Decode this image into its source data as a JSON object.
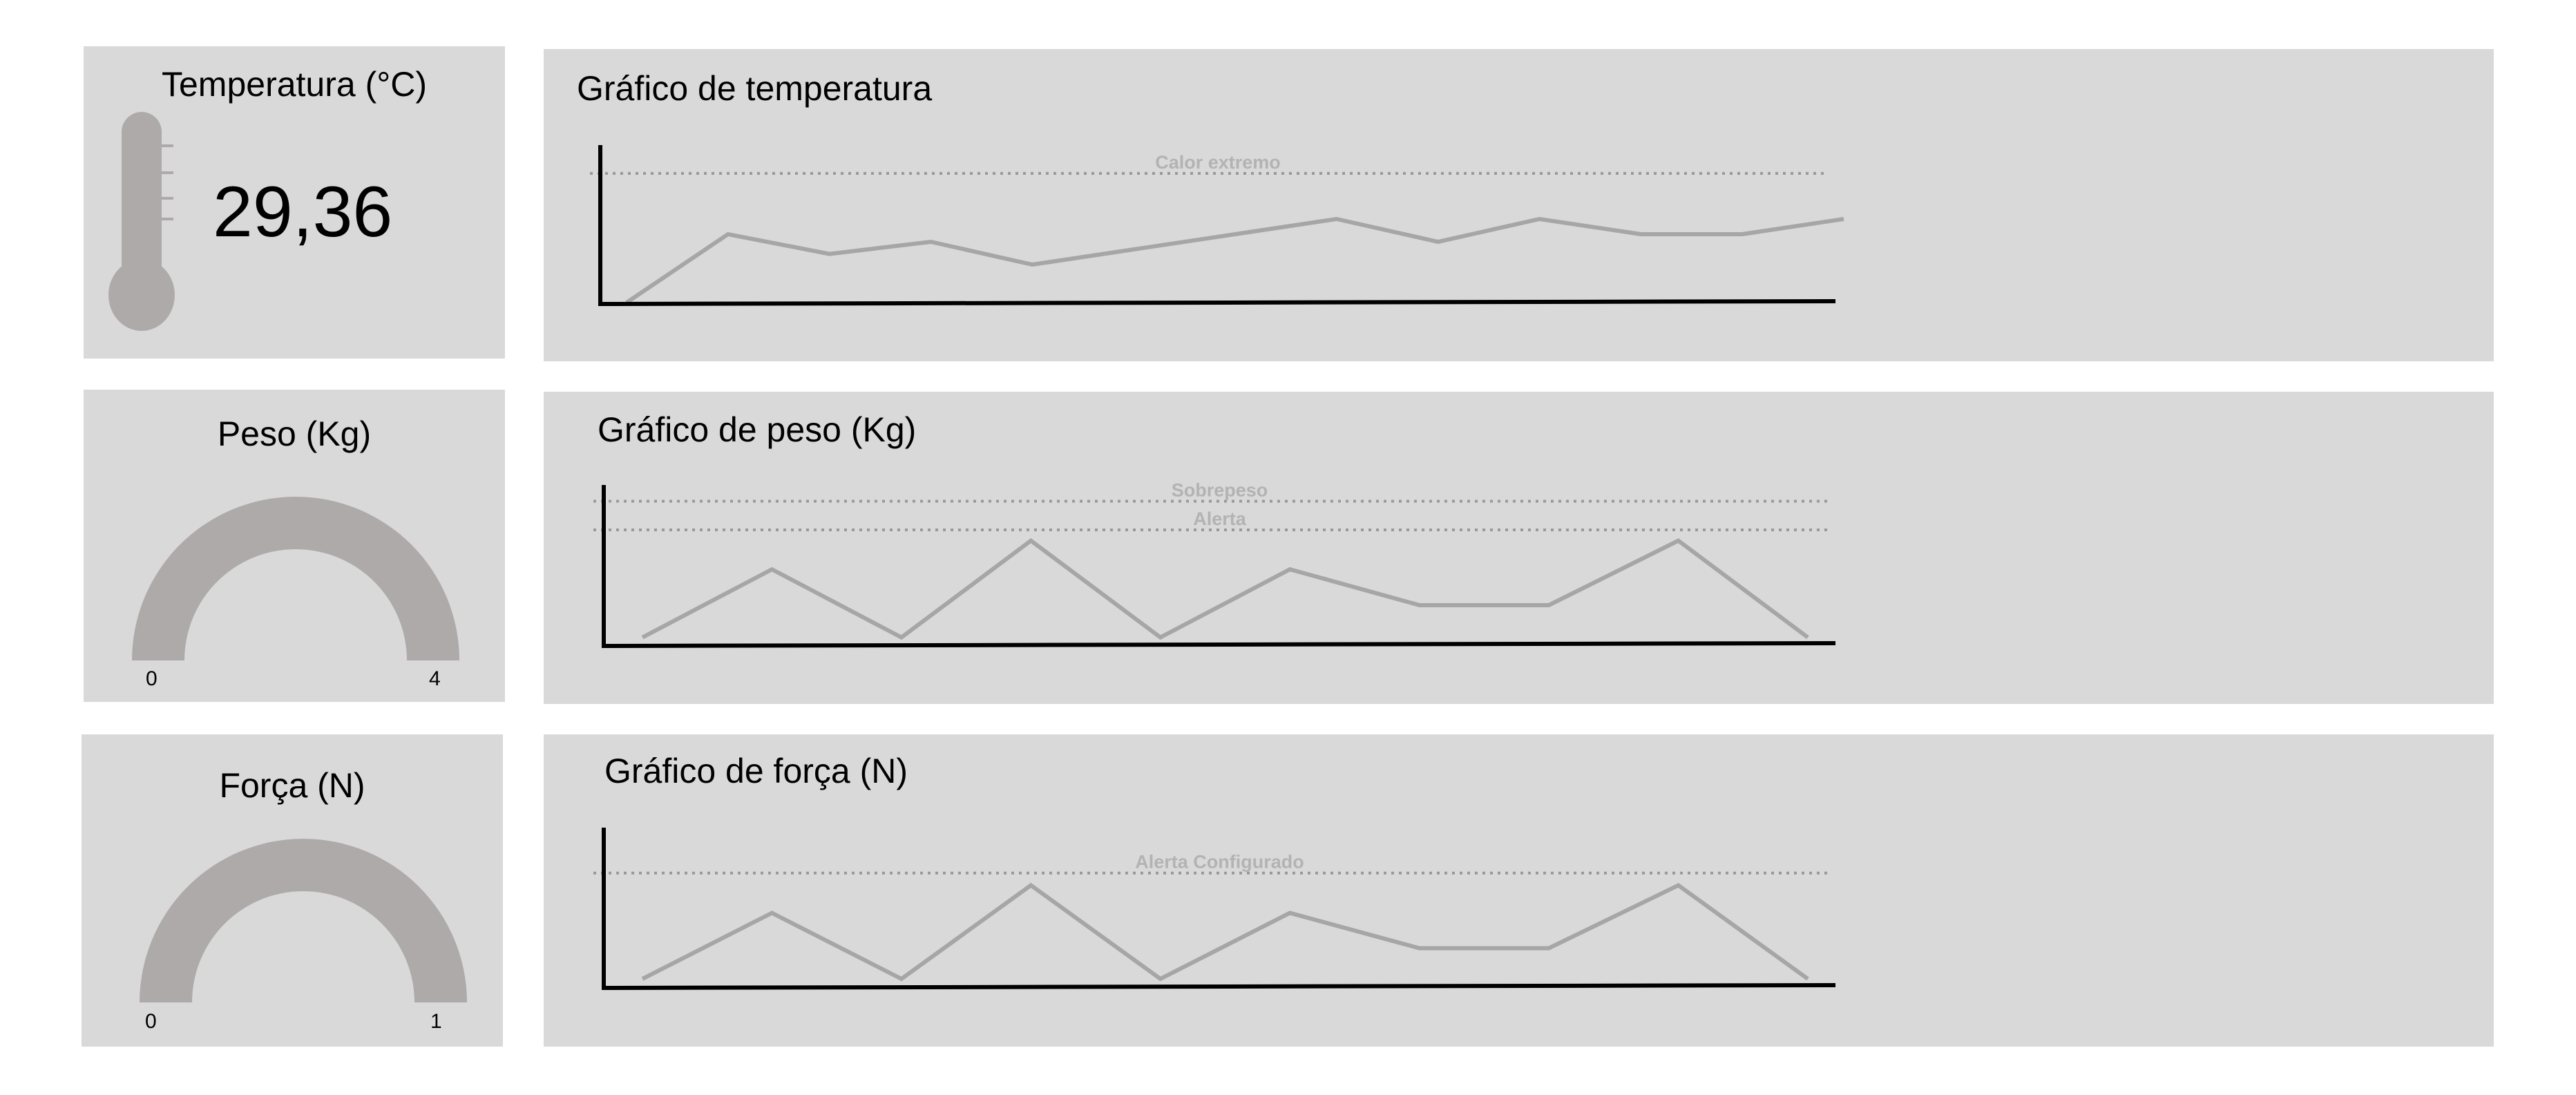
{
  "temperature": {
    "title": "Temperatura (°C)",
    "value": "29,36",
    "chart_title": "Gráfico de temperatura",
    "threshold_label": "Calor extremo"
  },
  "weight": {
    "title": "Peso (Kg)",
    "min": "0",
    "max": "4",
    "chart_title": "Gráfico de peso (Kg)",
    "threshold_labels": [
      "Sobrepeso",
      "Alerta"
    ]
  },
  "force": {
    "title": "Força (N)",
    "min": "0",
    "max": "1",
    "chart_title": "Gráfico de força (N)",
    "threshold_label": "Alerta Configurado"
  },
  "colors": {
    "panel": "#d9d9d9",
    "line": "#a6a6a6",
    "gauge": "#aeaaaa",
    "threshold_text": "#b3b3b3",
    "axis": "#000000"
  },
  "icons": [
    "thermometer-icon"
  ],
  "chart_data": [
    {
      "type": "line",
      "title": "Gráfico de temperatura",
      "x": [
        0,
        1,
        2,
        3,
        4,
        5,
        6,
        7,
        8,
        9,
        10,
        11,
        12
      ],
      "series": [
        {
          "values": [
            20.0,
            24.5,
            23.2,
            24.0,
            22.5,
            23.5,
            24.5,
            25.5,
            24.0,
            25.5,
            24.5,
            24.5,
            25.5
          ]
        }
      ],
      "thresholds": [
        {
          "label": "Calor extremo",
          "value": 28.5
        }
      ],
      "ylim": [
        20,
        30
      ],
      "grid": false
    },
    {
      "type": "line",
      "title": "Gráfico de peso (Kg)",
      "x": [
        0,
        1,
        2,
        3,
        4,
        5,
        6,
        7,
        8,
        9
      ],
      "series": [
        {
          "values": [
            0.2,
            2.1,
            0.2,
            2.9,
            0.2,
            2.1,
            1.1,
            1.1,
            2.9,
            0.2
          ]
        }
      ],
      "thresholds": [
        {
          "label": "Sobrepeso",
          "value": 4.0
        },
        {
          "label": "Alerta",
          "value": 3.2
        }
      ],
      "ylim": [
        0,
        4.3
      ],
      "grid": false
    },
    {
      "type": "line",
      "title": "Gráfico de força (N)",
      "x": [
        0,
        1,
        2,
        3,
        4,
        5,
        6,
        7,
        8,
        9
      ],
      "series": [
        {
          "values": [
            0.05,
            0.48,
            0.05,
            0.66,
            0.05,
            0.48,
            0.25,
            0.25,
            0.66,
            0.05
          ]
        }
      ],
      "thresholds": [
        {
          "label": "Alerta Configurado",
          "value": 0.74
        }
      ],
      "ylim": [
        0,
        1
      ],
      "grid": false
    }
  ]
}
